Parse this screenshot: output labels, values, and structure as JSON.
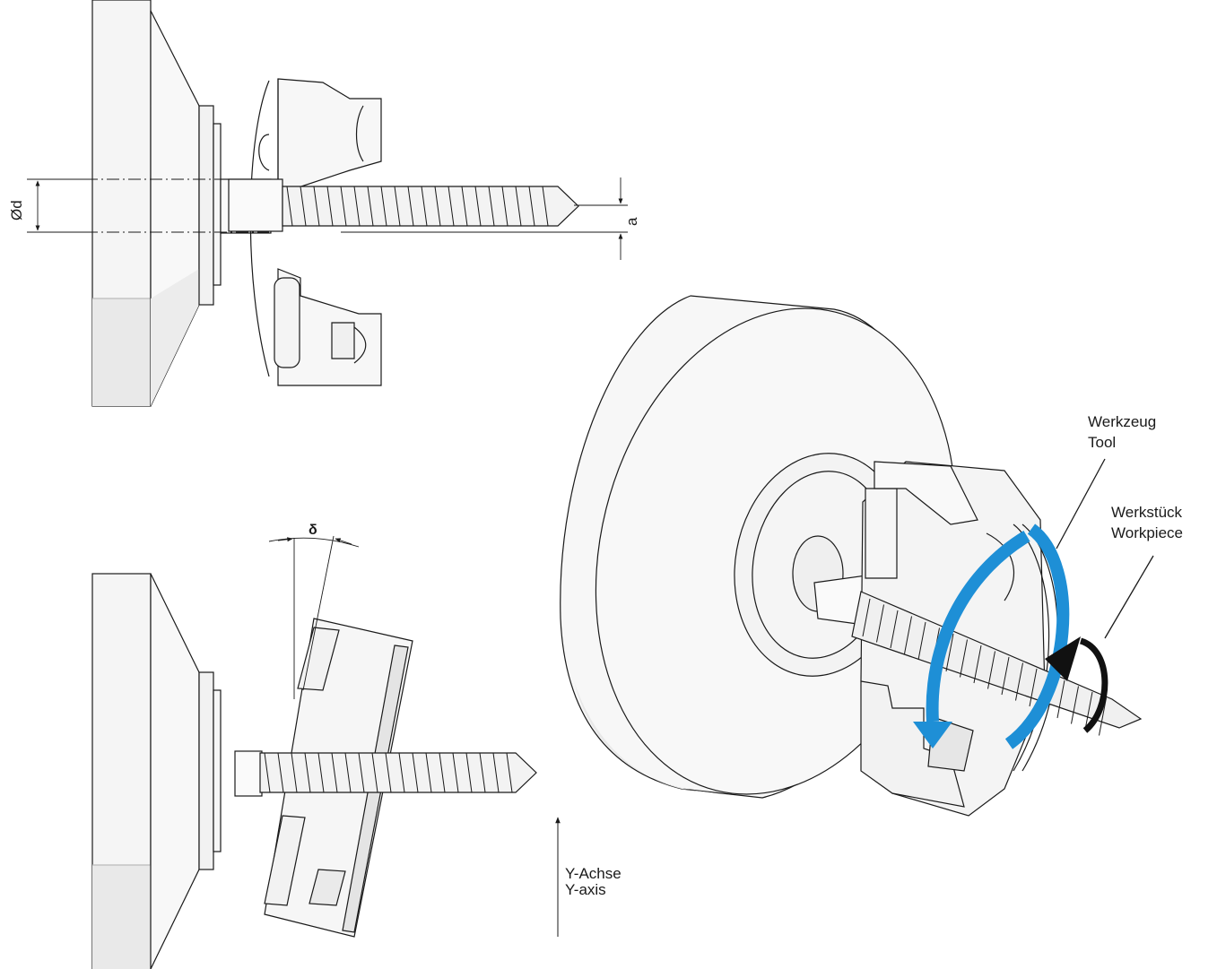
{
  "labels": {
    "diameter": "Ød",
    "offset": "a",
    "angle": "δ",
    "tool_de": "Werkzeug",
    "tool_en": "Tool",
    "workpiece_de": "Werkstück",
    "workpiece_en": "Workpiece",
    "axis_de": "Y-Achse",
    "axis_en": "Y-axis"
  },
  "colors": {
    "line": "#1a1a1a",
    "fill_light": "#f4f4f4",
    "fill_shade": "#e6e6e6",
    "arrow_blue": "#1e8fd6",
    "arrow_black": "#111111"
  }
}
